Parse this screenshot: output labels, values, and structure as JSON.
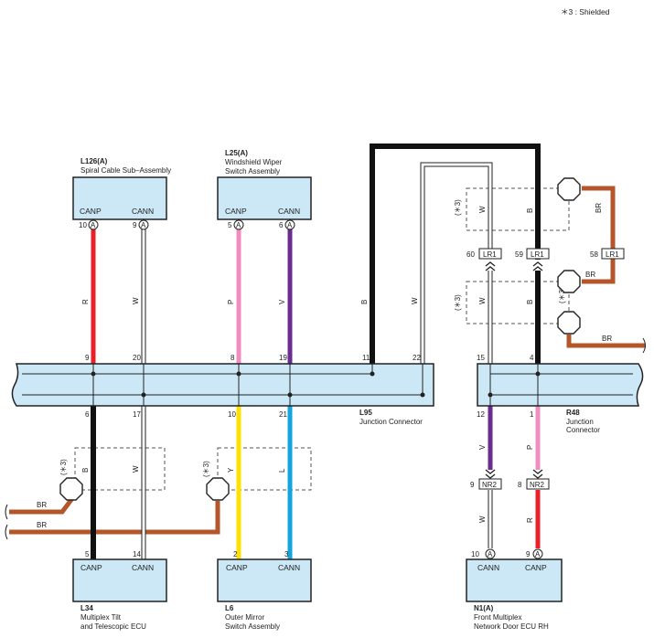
{
  "note": "＊3 : Shielded",
  "connectors": {
    "l126": {
      "code": "L126(A)",
      "name_lines": [
        "Spiral Cable Sub–Assembly"
      ],
      "pins": [
        "CANP",
        "CANN"
      ],
      "pin_nums": [
        "10",
        "9"
      ],
      "badge": "A"
    },
    "l25": {
      "code": "L25(A)",
      "name_lines": [
        "Windshield Wiper",
        "Switch Assembly"
      ],
      "pins": [
        "CANP",
        "CANN"
      ],
      "pin_nums": [
        "5",
        "6"
      ],
      "badge": "A"
    },
    "l34": {
      "code": "L34",
      "name_lines": [
        "Multiplex Tilt",
        "and Telescopic ECU"
      ],
      "pins": [
        "CANP",
        "CANN"
      ],
      "pin_nums": [
        "5",
        "14"
      ]
    },
    "l6": {
      "code": "L6",
      "name_lines": [
        "Outer Mirror",
        "Switch Assembly"
      ],
      "pins": [
        "CANP",
        "CANN"
      ],
      "pin_nums": [
        "2",
        "3"
      ]
    },
    "n1": {
      "code": "N1(A)",
      "name_lines": [
        "Front Multiplex",
        "Network Door ECU RH"
      ],
      "pins": [
        "CANN",
        "CANP"
      ],
      "pin_nums": [
        "10",
        "9"
      ],
      "badge": "A"
    }
  },
  "junctions": {
    "l95": {
      "code": "L95",
      "name": "Junction Connector",
      "top_pins": [
        "9",
        "20",
        "8",
        "19",
        "11",
        "22"
      ],
      "bottom_pins": [
        "6",
        "17",
        "10",
        "21"
      ]
    },
    "r48": {
      "code": "R48",
      "name_lines": [
        "Junction",
        "Connector"
      ],
      "top_pins": [
        "15",
        "4"
      ],
      "bottom_pins": [
        "12",
        "1"
      ]
    }
  },
  "inline": {
    "lr1": {
      "label": "LR1",
      "pins": [
        "60",
        "59",
        "58"
      ]
    },
    "nr2": {
      "label": "NR2",
      "pins": [
        "9",
        "8"
      ]
    }
  },
  "shield_tag": "(＊3)",
  "wires": [
    {
      "id": "l126-canp",
      "color_code": "R",
      "color": "#e8202a"
    },
    {
      "id": "l126-cann",
      "color_code": "W",
      "color": "#ffffff"
    },
    {
      "id": "l25-canp",
      "color_code": "P",
      "color": "#f08cc0"
    },
    {
      "id": "l25-cann",
      "color_code": "V",
      "color": "#6a2c8f"
    },
    {
      "id": "l95-11",
      "color_code": "B",
      "color": "#111111"
    },
    {
      "id": "l95-22",
      "color_code": "W",
      "color": "#ffffff"
    },
    {
      "id": "l34-canp",
      "color_code": "B",
      "color": "#111111"
    },
    {
      "id": "l34-cann",
      "color_code": "W",
      "color": "#ffffff"
    },
    {
      "id": "l6-canp",
      "color_code": "Y",
      "color": "#ffe000"
    },
    {
      "id": "l6-cann",
      "color_code": "L",
      "color": "#10a6e0"
    },
    {
      "id": "r48-15",
      "color_code": "W",
      "color": "#ffffff"
    },
    {
      "id": "r48-4",
      "color_code": "B",
      "color": "#111111"
    },
    {
      "id": "r48-12",
      "color_code": "V",
      "color": "#6a2c8f"
    },
    {
      "id": "r48-1",
      "color_code": "P",
      "color": "#f08cc0"
    },
    {
      "id": "n1-cann",
      "color_code": "W",
      "color": "#ffffff"
    },
    {
      "id": "n1-canp",
      "color_code": "R",
      "color": "#e8202a"
    }
  ],
  "ground_wire": {
    "color_code": "BR",
    "color": "#b5562a"
  },
  "colors": {
    "connector_fill": "#cce8f6",
    "bus_fill": "#cce8f6",
    "outline": "#222222"
  }
}
